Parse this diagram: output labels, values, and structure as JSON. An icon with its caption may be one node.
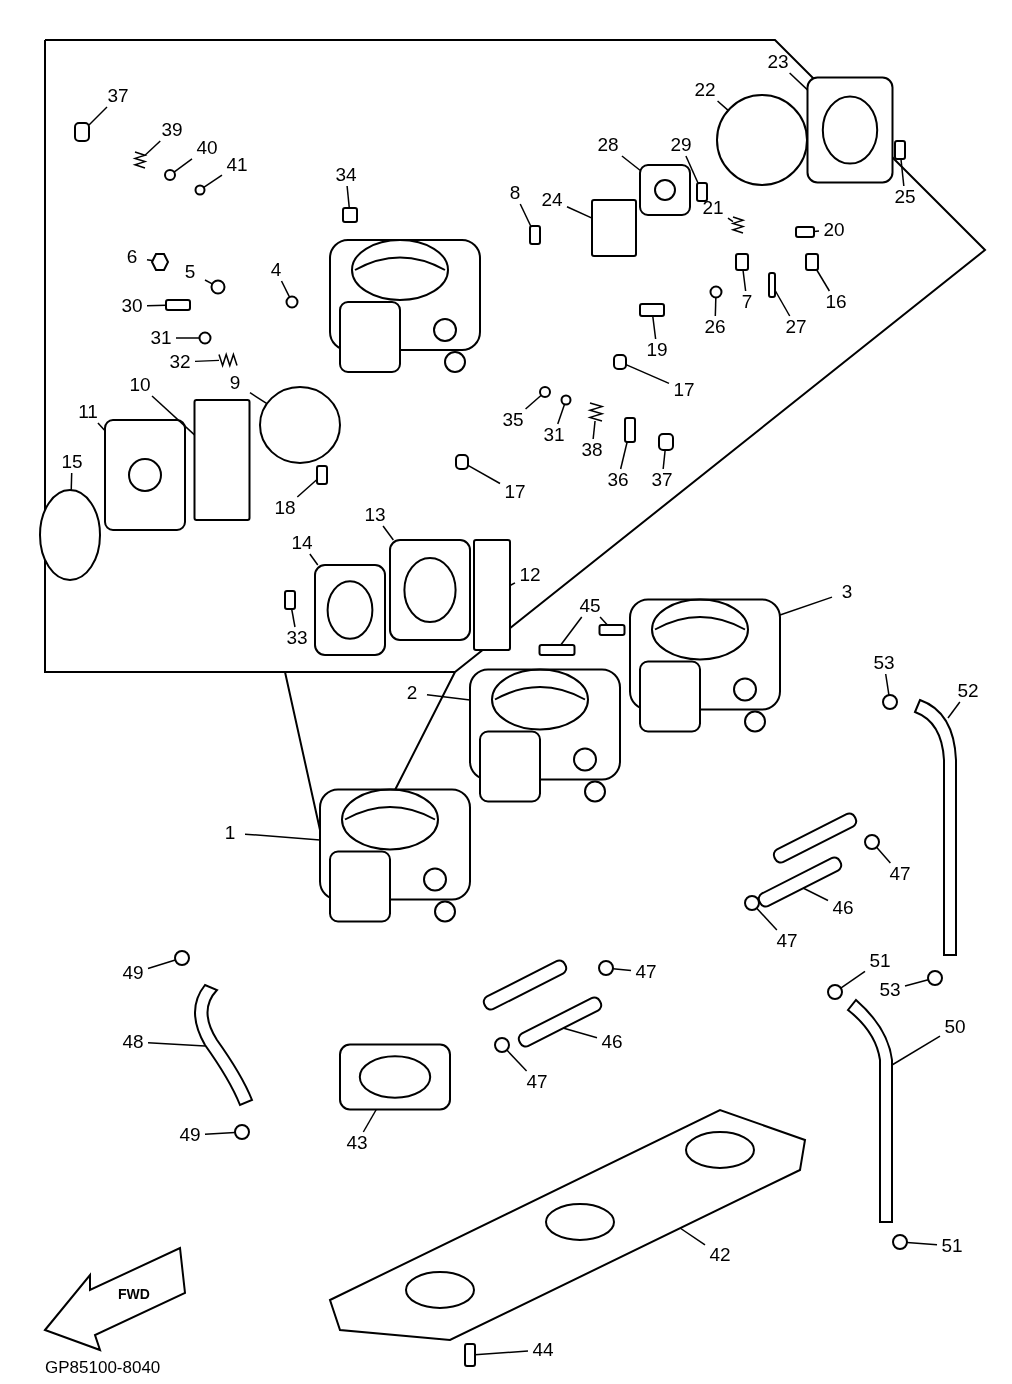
{
  "diagram": {
    "nodes": [
      {
        "text": [
          "37"
        ]
      },
      {
        "text": [
          "39"
        ]
      },
      {
        "text": [
          "40"
        ]
      },
      {
        "text": [
          "41"
        ]
      },
      {
        "text": [
          "6"
        ]
      },
      {
        "text": [
          "5"
        ]
      },
      {
        "text": [
          "4"
        ]
      },
      {
        "text": [
          "34"
        ]
      },
      {
        "text": [
          "30"
        ]
      },
      {
        "text": [
          "31"
        ]
      },
      {
        "text": [
          "32"
        ]
      },
      {
        "text": [
          "10"
        ]
      },
      {
        "text": [
          "11"
        ]
      },
      {
        "text": [
          "9"
        ]
      },
      {
        "text": [
          "15"
        ]
      },
      {
        "text": [
          "18"
        ]
      },
      {
        "text": [
          "8"
        ]
      },
      {
        "text": [
          "24"
        ]
      },
      {
        "text": [
          "28"
        ]
      },
      {
        "text": [
          "29"
        ]
      },
      {
        "text": [
          "22"
        ]
      },
      {
        "text": [
          "23"
        ]
      },
      {
        "text": [
          "25"
        ]
      },
      {
        "text": [
          "21"
        ]
      },
      {
        "text": [
          "20"
        ]
      },
      {
        "text": [
          "7"
        ]
      },
      {
        "text": [
          "16"
        ]
      },
      {
        "text": [
          "27"
        ]
      },
      {
        "text": [
          "26"
        ]
      },
      {
        "text": [
          "19"
        ]
      },
      {
        "text": [
          "17"
        ]
      },
      {
        "text": [
          "35"
        ]
      },
      {
        "text": [
          "31"
        ]
      },
      {
        "text": [
          "38"
        ]
      },
      {
        "text": [
          "36"
        ]
      },
      {
        "text": [
          "37"
        ]
      },
      {
        "text": [
          "17"
        ]
      },
      {
        "text": [
          "13"
        ]
      },
      {
        "text": [
          "14"
        ]
      },
      {
        "text": [
          "12"
        ]
      },
      {
        "text": [
          "33"
        ]
      },
      {
        "text": [
          "45"
        ]
      },
      {
        "text": [
          "3"
        ]
      },
      {
        "text": [
          "2"
        ]
      },
      {
        "text": [
          "53"
        ]
      },
      {
        "text": [
          "52"
        ]
      },
      {
        "text": [
          "1"
        ]
      },
      {
        "text": [
          "47"
        ]
      },
      {
        "text": [
          "46"
        ]
      },
      {
        "text": [
          "47"
        ]
      },
      {
        "text": [
          "49"
        ]
      },
      {
        "text": [
          "51"
        ]
      },
      {
        "text": [
          "53"
        ]
      },
      {
        "text": [
          "47"
        ]
      },
      {
        "text": [
          "48"
        ]
      },
      {
        "text": [
          "46"
        ]
      },
      {
        "text": [
          "50"
        ]
      },
      {
        "text": [
          "47"
        ]
      },
      {
        "text": [
          "49"
        ]
      },
      {
        "text": [
          "43"
        ]
      },
      {
        "text": [
          "42"
        ]
      },
      {
        "text": [
          "51"
        ]
      },
      {
        "text": [
          "44"
        ]
      },
      {
        "text": [],
        "shape": "box"
      },
      {
        "text": [],
        "shape": "picture"
      },
      {
        "text": [],
        "shape": "circle"
      },
      {
        "text": [],
        "shape": "circle"
      },
      {
        "text": [],
        "shape": "hexagon"
      },
      {
        "text": [],
        "shape": "circle"
      },
      {
        "text": [],
        "shape": "circle"
      },
      {
        "text": [],
        "shape": "box"
      },
      {
        "text": [],
        "shape": "box"
      },
      {
        "text": [],
        "shape": "circle"
      },
      {
        "text": [],
        "shape": "picture"
      },
      {
        "text": [],
        "shape": "box"
      },
      {
        "text": [],
        "shape": "picture"
      },
      {
        "text": [],
        "shape": "circle"
      },
      {
        "text": [],
        "shape": "circle"
      },
      {
        "text": [],
        "shape": "box"
      },
      {
        "text": [],
        "shape": "box"
      },
      {
        "text": [],
        "shape": "box"
      },
      {
        "text": [],
        "shape": "picture"
      },
      {
        "text": [],
        "shape": "box"
      },
      {
        "text": [],
        "shape": "circle"
      },
      {
        "text": [],
        "shape": "picture"
      },
      {
        "text": [],
        "shape": "box"
      },
      {
        "text": [],
        "shape": "picture"
      },
      {
        "text": [],
        "shape": "box"
      },
      {
        "text": [],
        "shape": "box"
      },
      {
        "text": [],
        "shape": "box"
      },
      {
        "text": [],
        "shape": "box"
      },
      {
        "text": [],
        "shape": "circle"
      },
      {
        "text": [],
        "shape": "box"
      },
      {
        "text": [],
        "shape": "box"
      },
      {
        "text": [],
        "shape": "circle"
      },
      {
        "text": [],
        "shape": "circle"
      },
      {
        "text": [],
        "shape": "picture"
      },
      {
        "text": [],
        "shape": "box"
      },
      {
        "text": [],
        "shape": "box"
      },
      {
        "text": [],
        "shape": "box"
      },
      {
        "text": [],
        "shape": "picture"
      },
      {
        "text": [],
        "shape": "picture"
      },
      {
        "text": [],
        "shape": "box"
      },
      {
        "text": [],
        "shape": "box"
      },
      {
        "text": [],
        "shape": "box"
      },
      {
        "text": [],
        "shape": "box"
      },
      {
        "text": [],
        "shape": "picture"
      },
      {
        "text": [],
        "shape": "picture"
      },
      {
        "text": [],
        "shape": "circle"
      },
      {
        "text": [],
        "shape": "picture"
      },
      {
        "text": [],
        "shape": "picture"
      },
      {
        "text": [],
        "shape": "circle"
      },
      {
        "text": [],
        "shape": "picture"
      },
      {
        "text": [],
        "shape": "circle"
      },
      {
        "text": [],
        "shape": "circle"
      },
      {
        "text": [],
        "shape": "circle"
      },
      {
        "text": [],
        "shape": "circle"
      },
      {
        "text": [],
        "shape": "circle"
      },
      {
        "text": [],
        "shape": "picture"
      },
      {
        "text": [],
        "shape": "picture"
      },
      {
        "text": [],
        "shape": "picture"
      },
      {
        "text": [],
        "shape": "circle"
      },
      {
        "text": [],
        "shape": "circle"
      },
      {
        "text": [],
        "shape": "picture"
      },
      {
        "text": [],
        "shape": "picture"
      },
      {
        "text": [],
        "shape": "circle"
      },
      {
        "text": [],
        "shape": "box"
      }
    ],
    "edges": [
      {
        "from": 0,
        "to": 63,
        "arrow": "none"
      },
      {
        "from": 1,
        "to": 64,
        "arrow": "none"
      },
      {
        "from": 2,
        "to": 65,
        "arrow": "none"
      },
      {
        "from": 3,
        "to": 66,
        "arrow": "none"
      },
      {
        "from": 4,
        "to": 67,
        "arrow": "none"
      },
      {
        "from": 5,
        "to": 68,
        "arrow": "none"
      },
      {
        "from": 6,
        "to": 69,
        "arrow": "none"
      },
      {
        "from": 7,
        "to": 70,
        "arrow": "none"
      },
      {
        "from": 8,
        "to": 71,
        "arrow": "none"
      },
      {
        "from": 9,
        "to": 72,
        "arrow": "none"
      },
      {
        "from": 10,
        "to": 73,
        "arrow": "none"
      },
      {
        "from": 11,
        "to": 74,
        "arrow": "none"
      },
      {
        "from": 12,
        "to": 75,
        "arrow": "none"
      },
      {
        "from": 13,
        "to": 76,
        "arrow": "none"
      },
      {
        "from": 14,
        "to": 77,
        "arrow": "none"
      },
      {
        "from": 15,
        "to": 78,
        "arrow": "none"
      },
      {
        "from": 16,
        "to": 79,
        "arrow": "none"
      },
      {
        "from": 17,
        "to": 80,
        "arrow": "none"
      },
      {
        "from": 18,
        "to": 81,
        "arrow": "none"
      },
      {
        "from": 19,
        "to": 82,
        "arrow": "none"
      },
      {
        "from": 20,
        "to": 83,
        "arrow": "none"
      },
      {
        "from": 21,
        "to": 84,
        "arrow": "none"
      },
      {
        "from": 22,
        "to": 85,
        "arrow": "none"
      },
      {
        "from": 23,
        "to": 86,
        "arrow": "none"
      },
      {
        "from": 24,
        "to": 87,
        "arrow": "none"
      },
      {
        "from": 25,
        "to": 88,
        "arrow": "none"
      },
      {
        "from": 26,
        "to": 89,
        "arrow": "none"
      },
      {
        "from": 27,
        "to": 90,
        "arrow": "none"
      },
      {
        "from": 28,
        "to": 91,
        "arrow": "none"
      },
      {
        "from": 29,
        "to": 92,
        "arrow": "none"
      },
      {
        "from": 30,
        "to": 93,
        "arrow": "none"
      },
      {
        "from": 31,
        "to": 94,
        "arrow": "none"
      },
      {
        "from": 32,
        "to": 95,
        "arrow": "none"
      },
      {
        "from": 33,
        "to": 96,
        "arrow": "none"
      },
      {
        "from": 34,
        "to": 97,
        "arrow": "none"
      },
      {
        "from": 35,
        "to": 98,
        "arrow": "none"
      },
      {
        "from": 36,
        "to": 99,
        "arrow": "none"
      },
      {
        "from": 37,
        "to": 100,
        "arrow": "none"
      },
      {
        "from": 38,
        "to": 101,
        "arrow": "none"
      },
      {
        "from": 39,
        "to": 102,
        "arrow": "none"
      },
      {
        "from": 40,
        "to": 103,
        "arrow": "none"
      },
      {
        "from": 41,
        "to": 104,
        "arrow": "none"
      },
      {
        "from": 41,
        "to": 105,
        "arrow": "none"
      },
      {
        "from": 42,
        "to": 106,
        "arrow": "none"
      },
      {
        "from": 43,
        "to": 107,
        "arrow": "none"
      },
      {
        "from": 44,
        "to": 108,
        "arrow": "none"
      },
      {
        "from": 45,
        "to": 109,
        "arrow": "none"
      },
      {
        "from": 46,
        "to": 110,
        "arrow": "none"
      },
      {
        "from": 47,
        "to": 111,
        "arrow": "none"
      },
      {
        "from": 48,
        "to": 112,
        "arrow": "none"
      },
      {
        "from": 49,
        "to": 113,
        "arrow": "none"
      },
      {
        "from": 50,
        "to": 114,
        "arrow": "none"
      },
      {
        "from": 51,
        "to": 115,
        "arrow": "none"
      },
      {
        "from": 52,
        "to": 116,
        "arrow": "none"
      },
      {
        "from": 53,
        "to": 117,
        "arrow": "none"
      },
      {
        "from": 54,
        "to": 118,
        "arrow": "none"
      },
      {
        "from": 55,
        "to": 119,
        "arrow": "none"
      },
      {
        "from": 56,
        "to": 120,
        "arrow": "none"
      },
      {
        "from": 57,
        "to": 121,
        "arrow": "none"
      },
      {
        "from": 58,
        "to": 122,
        "arrow": "none"
      },
      {
        "from": 59,
        "to": 123,
        "arrow": "none"
      },
      {
        "from": 60,
        "to": 124,
        "arrow": "none"
      },
      {
        "from": 61,
        "to": 125,
        "arrow": "none"
      },
      {
        "from": 62,
        "to": 126,
        "arrow": "none"
      }
    ],
    "labels": [
      "FWD",
      "GP85100-8040"
    ]
  }
}
